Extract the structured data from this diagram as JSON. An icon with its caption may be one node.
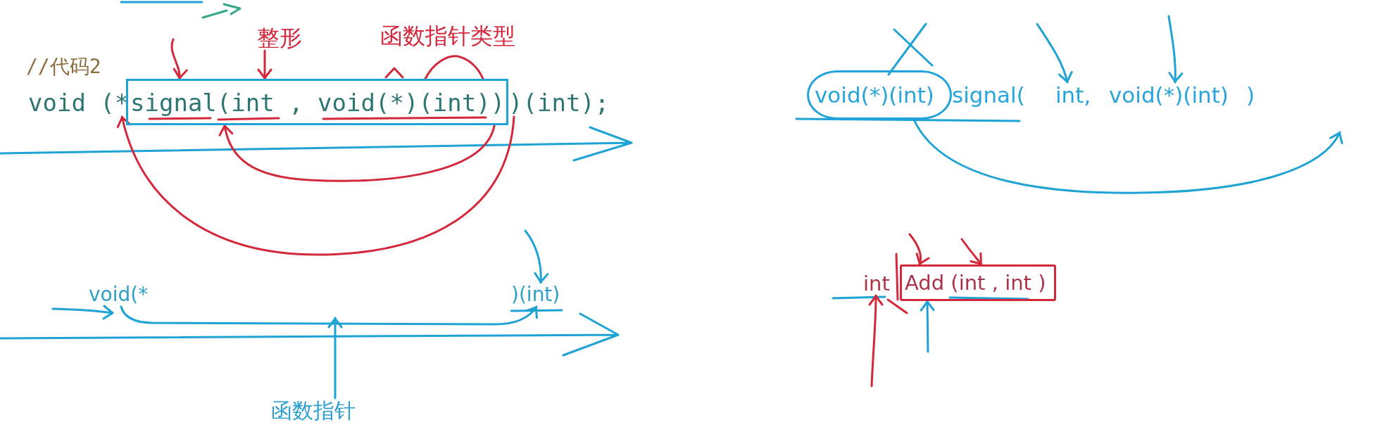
{
  "diagram": {
    "nodes": [
      {
        "text": [
          "整形"
        ]
      },
      {
        "text": [
          "void (*"
        ]
      },
      {
        "text": [
          "signal(int , void(*)(int))"
        ]
      },
      {
        "text": [
          ")(int);"
        ]
      },
      {
        "text": [
          "void(*"
        ]
      },
      {
        "text": [
          ")(int)"
        ]
      },
      {
        "text": [
          "函数指针"
        ]
      },
      {
        "text": [
          "void(*)(int)"
        ]
      },
      {
        "text": [
          "int,"
        ]
      },
      {
        "text": [
          "void(*)(int)"
        ]
      },
      {
        "text": [
          "int"
        ]
      },
      {
        "text": [
          "Add (int , int )"
        ]
      }
    ],
    "edges": [
      {
        "from": null,
        "to": 2,
        "arrow": "to",
        "color": "#d3283c"
      },
      {
        "from": 0,
        "to": 2,
        "arrow": "to",
        "color": "#d3283c"
      },
      {
        "from": 2,
        "to": 2,
        "arrow": "to",
        "color": "#d3283c"
      },
      {
        "from": 3,
        "to": 1,
        "arrow": "to",
        "color": "#d3283c"
      },
      {
        "from": 4,
        "to": 5,
        "arrow": "to",
        "color": "#1fa2d4"
      },
      {
        "from": null,
        "to": 5,
        "arrow": "to",
        "color": "#1fa2d4"
      },
      {
        "from": 6,
        "to": null,
        "arrow": "to",
        "color": "#1fa2d4"
      },
      {
        "from": null,
        "to": 8,
        "arrow": "to",
        "color": "#1fa2d4"
      },
      {
        "from": null,
        "to": 9,
        "arrow": "to",
        "color": "#1fa2d4"
      },
      {
        "from": 7,
        "to": null,
        "arrow": "to",
        "color": "#1fa2d4"
      },
      {
        "from": null,
        "to": 10,
        "arrow": "to",
        "color": "#d3283c"
      },
      {
        "from": null,
        "to": 11,
        "arrow": "to",
        "color": "#d3283c"
      },
      {
        "from": null,
        "to": 11,
        "arrow": "to",
        "color": "#d3283c"
      },
      {
        "from": null,
        "to": 11,
        "arrow": "to",
        "color": "#1fa2d4"
      }
    ],
    "labels": [
      "函数指针类型",
      "//代码2",
      "signal(",
      ")"
    ]
  }
}
